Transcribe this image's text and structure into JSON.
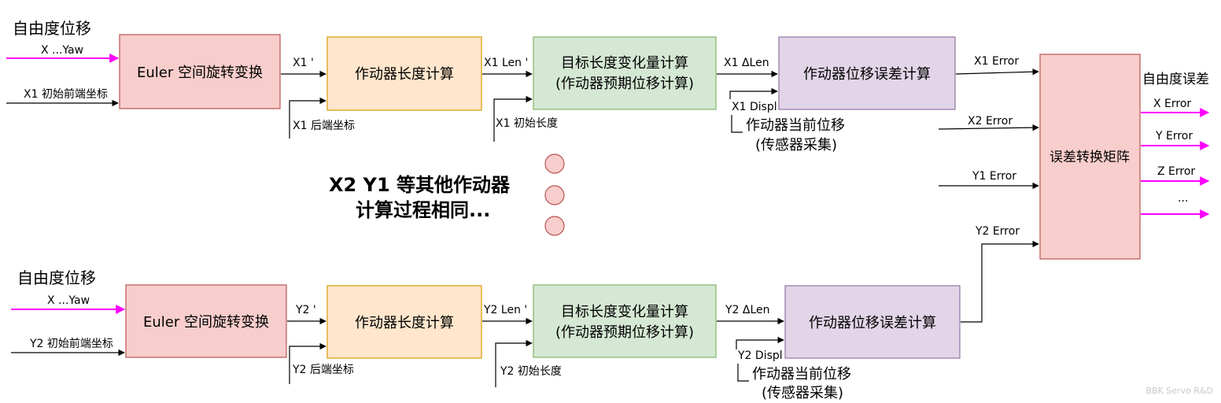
{
  "colors": {
    "euler_fill": "#f8cecc",
    "euler_stroke": "#b85450",
    "len_fill": "#ffe6cc",
    "len_stroke": "#d79b00",
    "target_fill": "#d5e8d4",
    "target_stroke": "#82b366",
    "err_fill": "#e1d5e7",
    "err_stroke": "#9673a6",
    "matrix_fill": "#f8cecc",
    "matrix_stroke": "#b85450",
    "magenta": "#ff00ff",
    "dot_fill": "#f8cecc",
    "dot_stroke": "#b85450"
  },
  "row1": {
    "dof_label": "自由度位移",
    "input_xyaw": "X ...Yaw",
    "input_front": "X1 初始前端坐标",
    "euler_box": "Euler 空间旋转变换",
    "out_prime": "X1 '",
    "back_coord": "X1 后端坐标",
    "len_box": "作动器长度计算",
    "len_out": "X1 Len '",
    "init_len": "X1 初始长度",
    "target_line1": "目标长度变化量计算",
    "target_line2": "(作动器预期位移计算)",
    "delta_len": "X1 ΔLen",
    "displ": "X1 Displ",
    "sensor_line1": "作动器当前位移",
    "sensor_line2": "(传感器采集)",
    "err_box": "作动器位移误差计算",
    "error_out": "X1 Error"
  },
  "row2": {
    "dof_label": "自由度位移",
    "input_xyaw": "X ...Yaw",
    "input_front": "Y2 初始前端坐标",
    "euler_box": "Euler 空间旋转变换",
    "out_prime": "Y2 '",
    "back_coord": "Y2 后端坐标",
    "len_box": "作动器长度计算",
    "len_out": "Y2 Len '",
    "init_len": "Y2 初始长度",
    "target_line1": "目标长度变化量计算",
    "target_line2": "(作动器预期位移计算)",
    "delta_len": "Y2 ΔLen",
    "displ": "Y2 Displ",
    "sensor_line1": "作动器当前位移",
    "sensor_line2": "(传感器采集)",
    "err_box": "作动器位移误差计算",
    "error_out": "Y2 Error"
  },
  "middle_note_line1": "X2 Y1 等其他作动器",
  "middle_note_line2": "计算过程相同...",
  "other_errors": [
    "X2 Error",
    "Y1 Error"
  ],
  "matrix_box": "误差转换矩阵",
  "dof_error_title": "自由度误差",
  "outputs": [
    "X  Error",
    "Y Error",
    "Z  Error",
    "..."
  ],
  "watermark": "BBK Servo R&D"
}
